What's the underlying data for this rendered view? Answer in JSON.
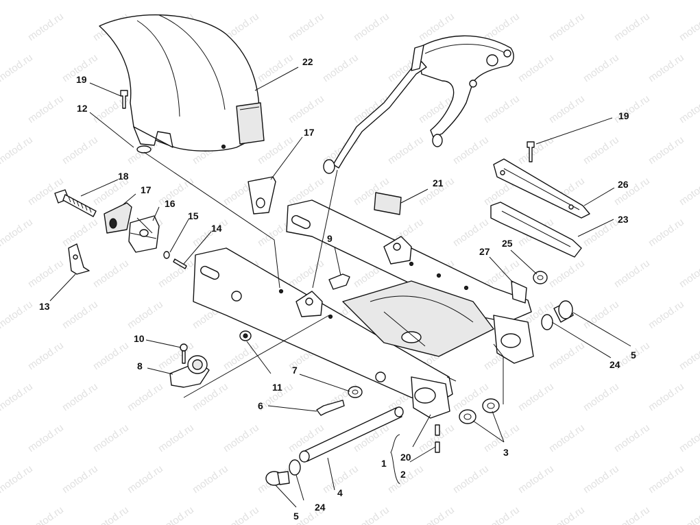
{
  "watermark_text": "motod.ru",
  "callouts": [
    {
      "id": "c1",
      "text": "1"
    },
    {
      "id": "c2",
      "text": "2"
    },
    {
      "id": "c3",
      "text": "3"
    },
    {
      "id": "c4",
      "text": "4"
    },
    {
      "id": "c5a",
      "text": "5"
    },
    {
      "id": "c5b",
      "text": "5"
    },
    {
      "id": "c6",
      "text": "6"
    },
    {
      "id": "c7",
      "text": "7"
    },
    {
      "id": "c8",
      "text": "8"
    },
    {
      "id": "c9",
      "text": "9"
    },
    {
      "id": "c10",
      "text": "10"
    },
    {
      "id": "c11",
      "text": "11"
    },
    {
      "id": "c12",
      "text": "12"
    },
    {
      "id": "c13",
      "text": "13"
    },
    {
      "id": "c14",
      "text": "14"
    },
    {
      "id": "c15",
      "text": "15"
    },
    {
      "id": "c16",
      "text": "16"
    },
    {
      "id": "c17a",
      "text": "17"
    },
    {
      "id": "c17b",
      "text": "17"
    },
    {
      "id": "c18",
      "text": "18"
    },
    {
      "id": "c19a",
      "text": "19"
    },
    {
      "id": "c19b",
      "text": "19"
    },
    {
      "id": "c20",
      "text": "20"
    },
    {
      "id": "c21",
      "text": "21"
    },
    {
      "id": "c22",
      "text": "22"
    },
    {
      "id": "c23",
      "text": "23"
    },
    {
      "id": "c24a",
      "text": "24"
    },
    {
      "id": "c24b",
      "text": "24"
    },
    {
      "id": "c25",
      "text": "25"
    },
    {
      "id": "c26",
      "text": "26"
    },
    {
      "id": "c27",
      "text": "27"
    }
  ]
}
